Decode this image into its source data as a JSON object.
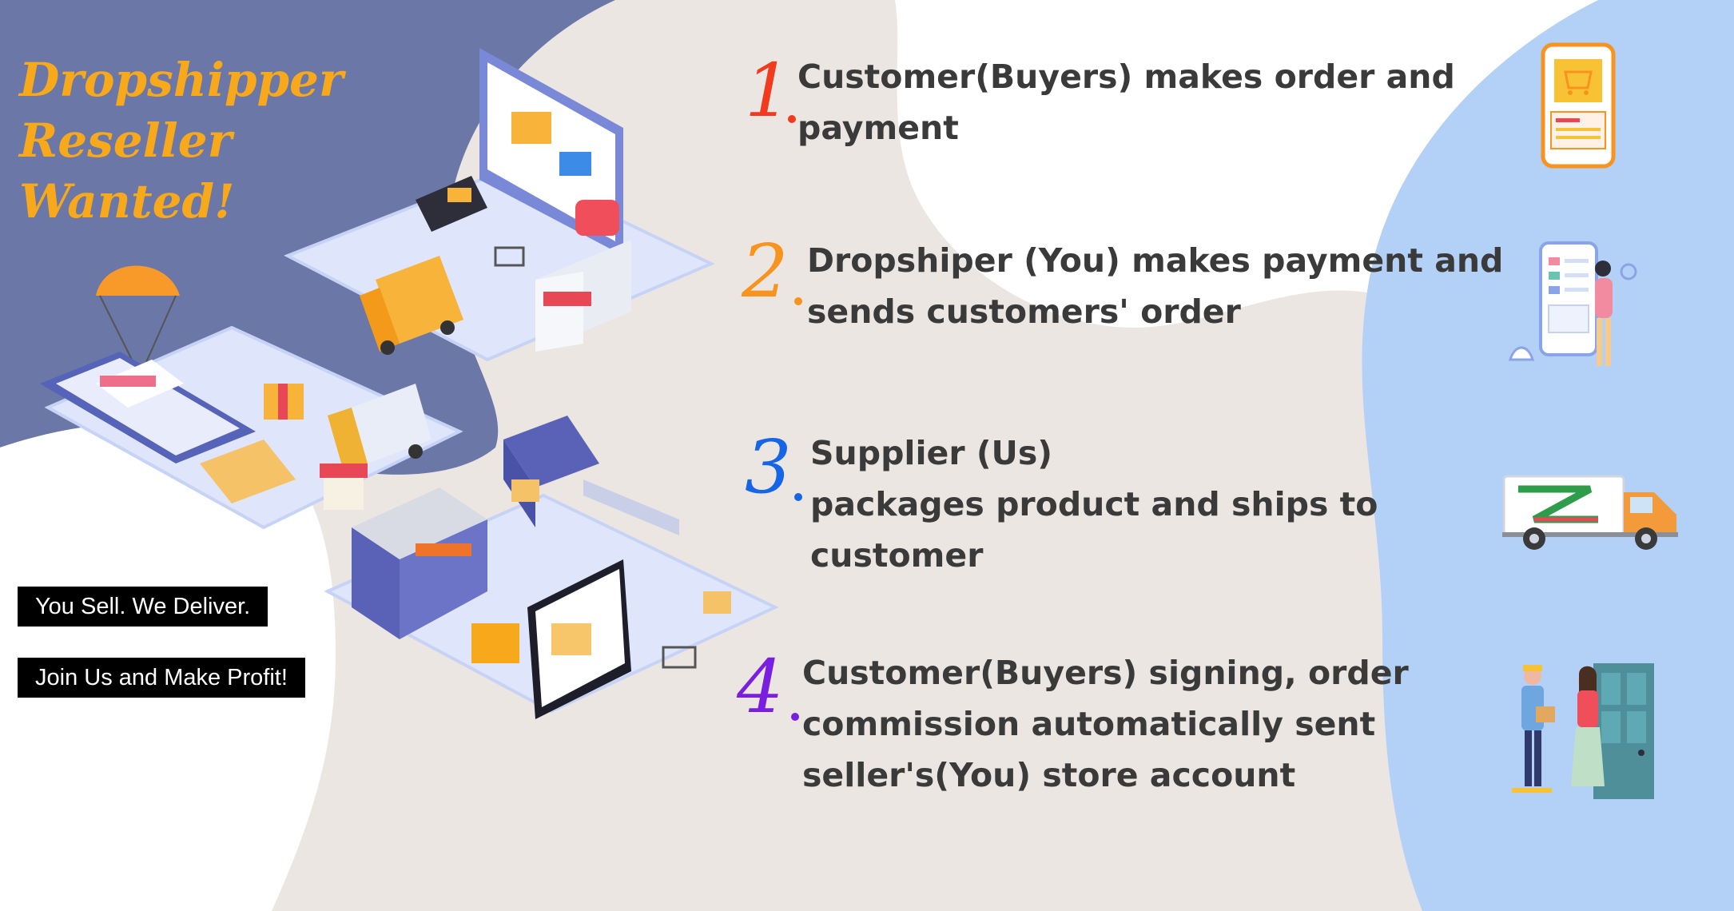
{
  "headline": {
    "lines": [
      "Dropshipper",
      "Reseller",
      "Wanted!"
    ],
    "color": "#f7a81b"
  },
  "taglines": [
    "You Sell. We Deliver.",
    "Join Us and Make Profit!"
  ],
  "steps": [
    {
      "number": "1",
      "color": "#f03b1f",
      "lines": [
        "Customer(Buyers) makes order and",
        "payment"
      ],
      "icon": "phone-cart-icon"
    },
    {
      "number": "2",
      "color": "#f7931e",
      "lines": [
        "Dropshiper (You) makes payment and",
        "sends customers' order"
      ],
      "icon": "person-dashboard-icon"
    },
    {
      "number": "3",
      "color": "#1565e6",
      "lines": [
        "Supplier (Us)",
        "packages product and ships to",
        "customer"
      ],
      "icon": "delivery-truck-icon"
    },
    {
      "number": "4",
      "color": "#7a1fe0",
      "lines": [
        "Customer(Buyers) signing, order",
        "commission automatically sent",
        "seller's(You) store account"
      ],
      "icon": "courier-handoff-icon"
    }
  ],
  "illustration": {
    "icon": "isometric-ecommerce-logistics-icon"
  },
  "colors": {
    "navy": "#6b77a6",
    "light_blue": "#b3d0f7",
    "beige": "#ece6e3",
    "text": "#3a3a3a"
  }
}
